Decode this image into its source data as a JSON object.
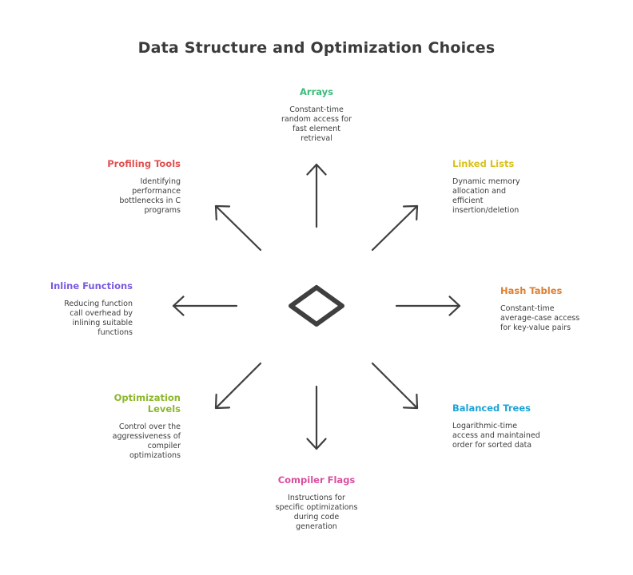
{
  "title": "Data Structure and Optimization Choices",
  "center_icon": "diamond-icon",
  "nodes": [
    {
      "id": "arrays",
      "label": "Arrays",
      "color": "#3dbb7a",
      "direction": "up",
      "description": [
        "Constant-time",
        "random access for",
        "fast element",
        "retrieval"
      ]
    },
    {
      "id": "linked-lists",
      "label": "Linked Lists",
      "color": "#d9c21a",
      "direction": "up-right",
      "description": [
        "Dynamic memory",
        "allocation and",
        "efficient",
        "insertion/deletion"
      ]
    },
    {
      "id": "hash-tables",
      "label": "Hash Tables",
      "color": "#e07f2f",
      "direction": "right",
      "description": [
        "Constant-time",
        "average-case access",
        "for key-value pairs"
      ]
    },
    {
      "id": "balanced-trees",
      "label": "Balanced Trees",
      "color": "#1ea3d6",
      "direction": "down-right",
      "description": [
        "Logarithmic-time",
        "access and maintained",
        "order for sorted data"
      ]
    },
    {
      "id": "compiler-flags",
      "label": "Compiler Flags",
      "color": "#d94f9e",
      "direction": "down",
      "description": [
        "Instructions for",
        "specific optimizations",
        "during code",
        "generation"
      ]
    },
    {
      "id": "optimization-levels",
      "label": "Optimization Levels",
      "label_lines": [
        "Optimization",
        "Levels"
      ],
      "color": "#8bb82b",
      "direction": "down-left",
      "description": [
        "Control over the",
        "aggressiveness of",
        "compiler",
        "optimizations"
      ]
    },
    {
      "id": "inline-functions",
      "label": "Inline Functions",
      "color": "#7a5ae0",
      "direction": "left",
      "description": [
        "Reducing function",
        "call overhead by",
        "inlining suitable",
        "functions"
      ]
    },
    {
      "id": "profiling-tools",
      "label": "Profiling Tools",
      "color": "#e05050",
      "direction": "up-left",
      "description": [
        "Identifying",
        "performance",
        "bottlenecks in C",
        "programs"
      ]
    }
  ],
  "stroke_color": "#3f3f3f"
}
